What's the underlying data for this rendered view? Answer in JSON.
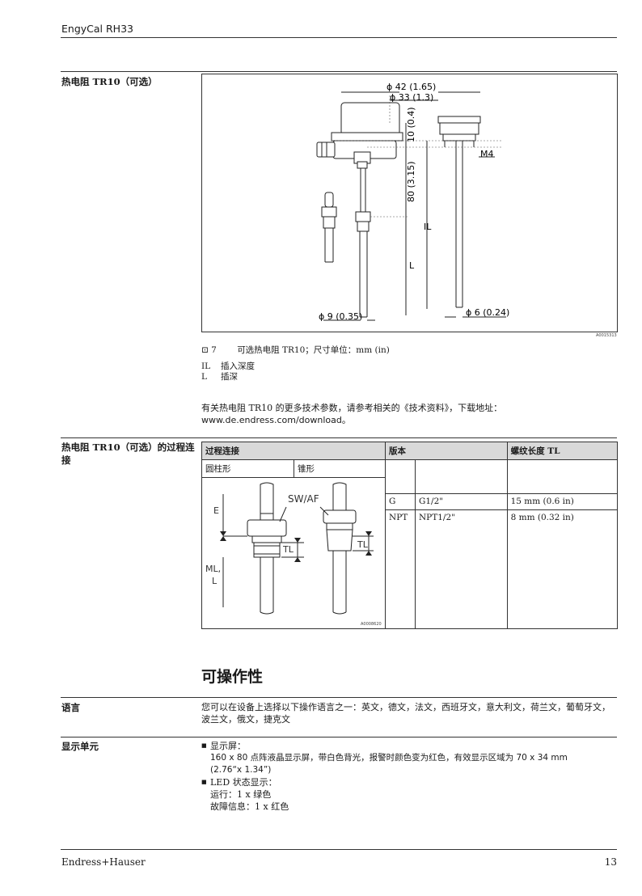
{
  "header": {
    "title": "EngyCal RH33"
  },
  "section1": {
    "side_label": "热电阻 TR10（可选）",
    "figure": {
      "dims": {
        "d42": "ϕ 42 (1.65)",
        "d33": "ϕ 33 (1.3)",
        "h10": "10 (0.4)",
        "h80": "80 (3.15)",
        "m4": "M4",
        "il": "IL",
        "l": "L",
        "d9": "ϕ 9 (0.35)",
        "d6": "ϕ 6 (0.24)"
      },
      "id": "A0015313"
    },
    "caption": {
      "icon": "⊡",
      "number": "7",
      "text": "可选热电阻 TR10；尺寸单位：mm (in)"
    },
    "legend": [
      {
        "key": "IL",
        "text": "插入深度"
      },
      {
        "key": "L",
        "text": "插深"
      }
    ],
    "note": "有关热电阻 TR10 的更多技术参数，请参考相关的《技术资料》，下载地址：",
    "url": "www.de.endress.com/download。"
  },
  "section2": {
    "side_label": "热电阻 TR10（可选）的过程连接",
    "table": {
      "headers": {
        "process": "过程连接",
        "version": "版本",
        "thread": "螺纹长度 TL"
      },
      "subheaders": {
        "cyl": "圆柱形",
        "cone": "锥形"
      },
      "rows": [
        {
          "type": "G",
          "version": "G1/2\"",
          "tl": "15 mm (0.6 in)"
        },
        {
          "type": "NPT",
          "version": "NPT1/2\"",
          "tl": "8 mm (0.32 in)"
        }
      ],
      "figure": {
        "swaf": "SW/AF",
        "e": "E",
        "tl1": "TL",
        "tl2": "TL",
        "ml": "ML,",
        "l": "L",
        "id": "A0008620"
      }
    }
  },
  "section3": {
    "heading": "可操作性",
    "language": {
      "side_label": "语言",
      "text": "您可以在设备上选择以下操作语言之一：英文，德文，法文，西班牙文，意大利文，荷兰文，葡萄牙文，波兰文，俄文，捷克文"
    },
    "display": {
      "side_label": "显示单元",
      "item1_title": "显示屏：",
      "item1_line1": "160 x 80 点阵液晶显示屏，带白色背光，报警时颜色变为红色，有效显示区域为 70 x 34 mm",
      "item1_line2": "(2.76“x 1.34”)",
      "item2_title": "LED 状态显示：",
      "item2_line1": "运行：1 x 绿色",
      "item2_line2": "故障信息：1 x 红色"
    }
  },
  "footer": {
    "brand": "Endress+Hauser",
    "page": "13"
  }
}
